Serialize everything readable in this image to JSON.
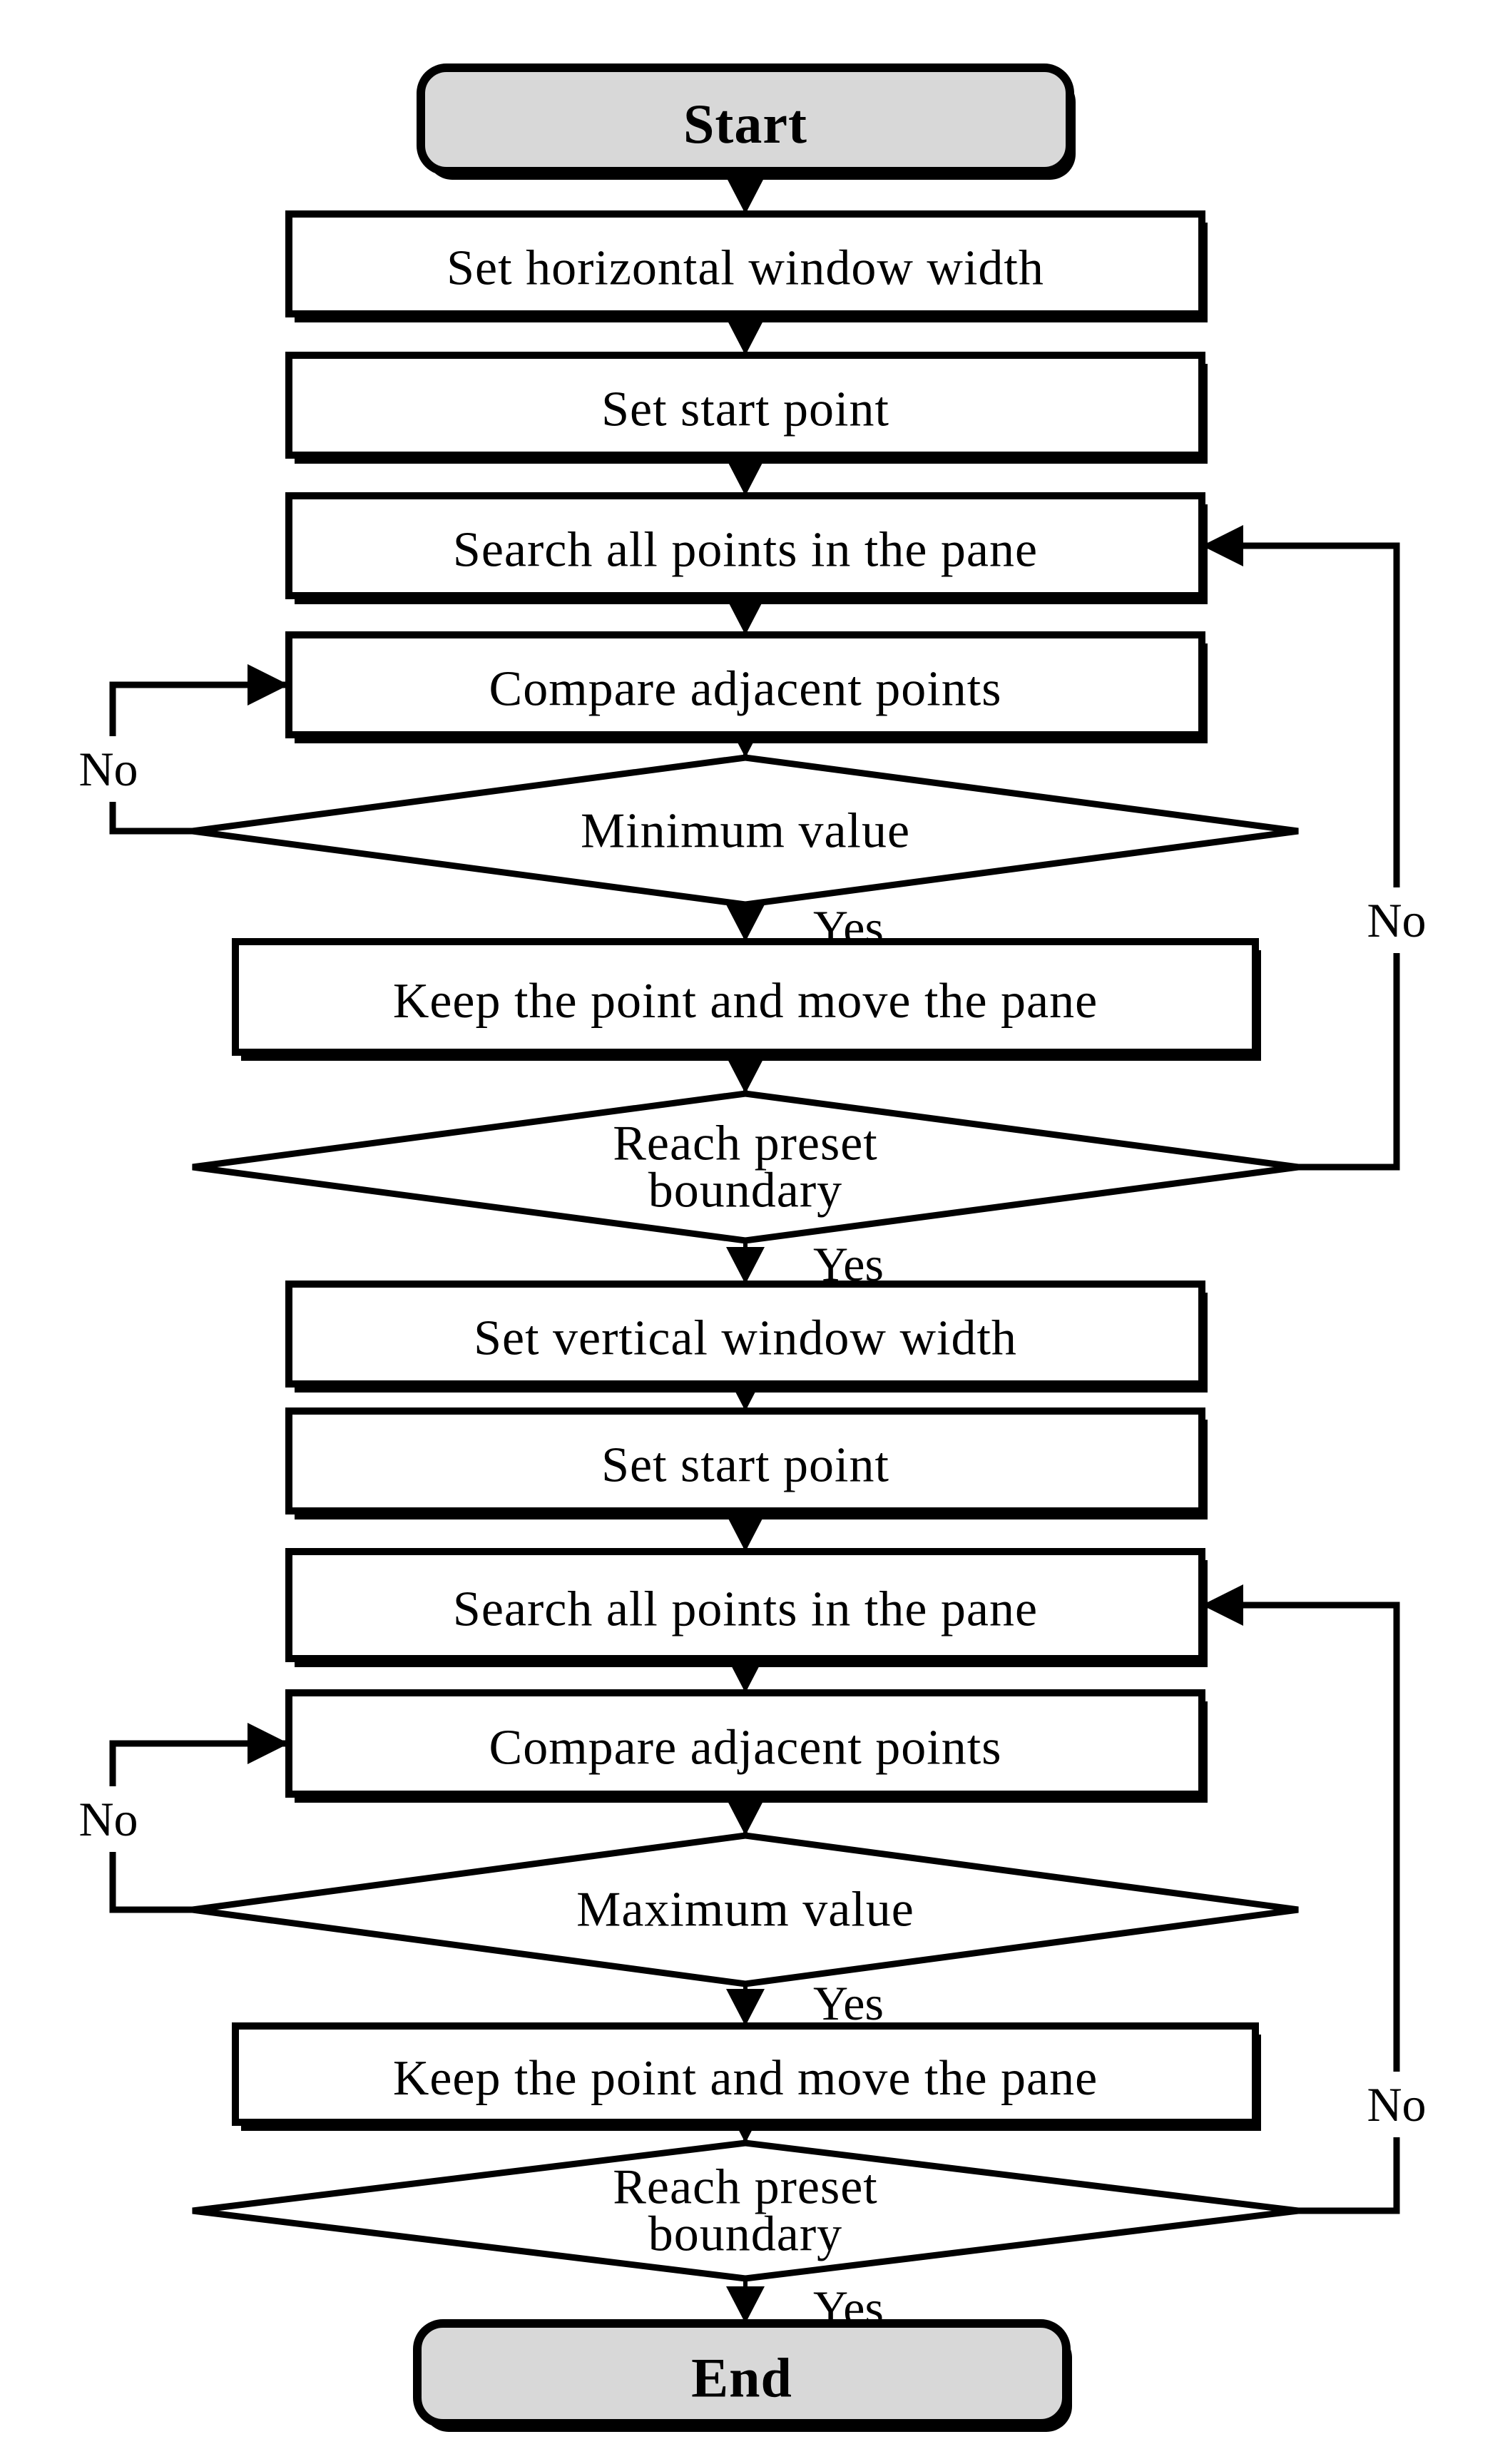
{
  "figure": {
    "type": "flowchart",
    "background_color": "#ffffff",
    "stroke_color": "#000000",
    "terminator_fill": "#d8d8d8",
    "process_fill": "#ffffff",
    "yes_label": "Yes",
    "no_label": "No",
    "nodes": [
      {
        "id": "start",
        "type": "terminator",
        "label": "Start"
      },
      {
        "id": "set-horizontal-window-width",
        "type": "process",
        "label": "Set horizontal window width"
      },
      {
        "id": "set-start-point-1",
        "type": "process",
        "label": "Set start point"
      },
      {
        "id": "search-all-points-1",
        "type": "process",
        "label": "Search all points in the pane"
      },
      {
        "id": "compare-adjacent-points-1",
        "type": "process",
        "label": "Compare adjacent points"
      },
      {
        "id": "minimum-value",
        "type": "decision",
        "label": "Minimum value"
      },
      {
        "id": "keep-point-move-pane-1",
        "type": "process",
        "label": "Keep the point and move the pane"
      },
      {
        "id": "reach-preset-boundary-1",
        "type": "decision",
        "label": "Reach preset boundary",
        "lines": [
          "Reach preset",
          "boundary"
        ]
      },
      {
        "id": "set-vertical-window-width",
        "type": "process",
        "label": "Set vertical window width"
      },
      {
        "id": "set-start-point-2",
        "type": "process",
        "label": "Set start point"
      },
      {
        "id": "search-all-points-2",
        "type": "process",
        "label": "Search all points in the pane"
      },
      {
        "id": "compare-adjacent-points-2",
        "type": "process",
        "label": "Compare adjacent points"
      },
      {
        "id": "maximum-value",
        "type": "decision",
        "label": "Maximum value"
      },
      {
        "id": "keep-point-move-pane-2",
        "type": "process",
        "label": "Keep the point and move the pane"
      },
      {
        "id": "reach-preset-boundary-2",
        "type": "decision",
        "label": "Reach preset boundary",
        "lines": [
          "Reach preset",
          "boundary"
        ]
      },
      {
        "id": "end",
        "type": "terminator",
        "label": "End"
      }
    ],
    "edges": [
      {
        "from": "start",
        "to": "set-horizontal-window-width",
        "label": ""
      },
      {
        "from": "set-horizontal-window-width",
        "to": "set-start-point-1",
        "label": ""
      },
      {
        "from": "set-start-point-1",
        "to": "search-all-points-1",
        "label": ""
      },
      {
        "from": "search-all-points-1",
        "to": "compare-adjacent-points-1",
        "label": ""
      },
      {
        "from": "compare-adjacent-points-1",
        "to": "minimum-value",
        "label": ""
      },
      {
        "from": "minimum-value",
        "to": "keep-point-move-pane-1",
        "label": "Yes"
      },
      {
        "from": "minimum-value",
        "to": "compare-adjacent-points-1",
        "label": "No"
      },
      {
        "from": "keep-point-move-pane-1",
        "to": "reach-preset-boundary-1",
        "label": ""
      },
      {
        "from": "reach-preset-boundary-1",
        "to": "set-vertical-window-width",
        "label": "Yes"
      },
      {
        "from": "reach-preset-boundary-1",
        "to": "search-all-points-1",
        "label": "No"
      },
      {
        "from": "set-vertical-window-width",
        "to": "set-start-point-2",
        "label": ""
      },
      {
        "from": "set-start-point-2",
        "to": "search-all-points-2",
        "label": ""
      },
      {
        "from": "search-all-points-2",
        "to": "compare-adjacent-points-2",
        "label": ""
      },
      {
        "from": "compare-adjacent-points-2",
        "to": "maximum-value",
        "label": ""
      },
      {
        "from": "maximum-value",
        "to": "keep-point-move-pane-2",
        "label": "Yes"
      },
      {
        "from": "maximum-value",
        "to": "compare-adjacent-points-2",
        "label": "No"
      },
      {
        "from": "keep-point-move-pane-2",
        "to": "reach-preset-boundary-2",
        "label": ""
      },
      {
        "from": "reach-preset-boundary-2",
        "to": "end",
        "label": "Yes"
      },
      {
        "from": "reach-preset-boundary-2",
        "to": "search-all-points-2",
        "label": "No"
      }
    ]
  }
}
